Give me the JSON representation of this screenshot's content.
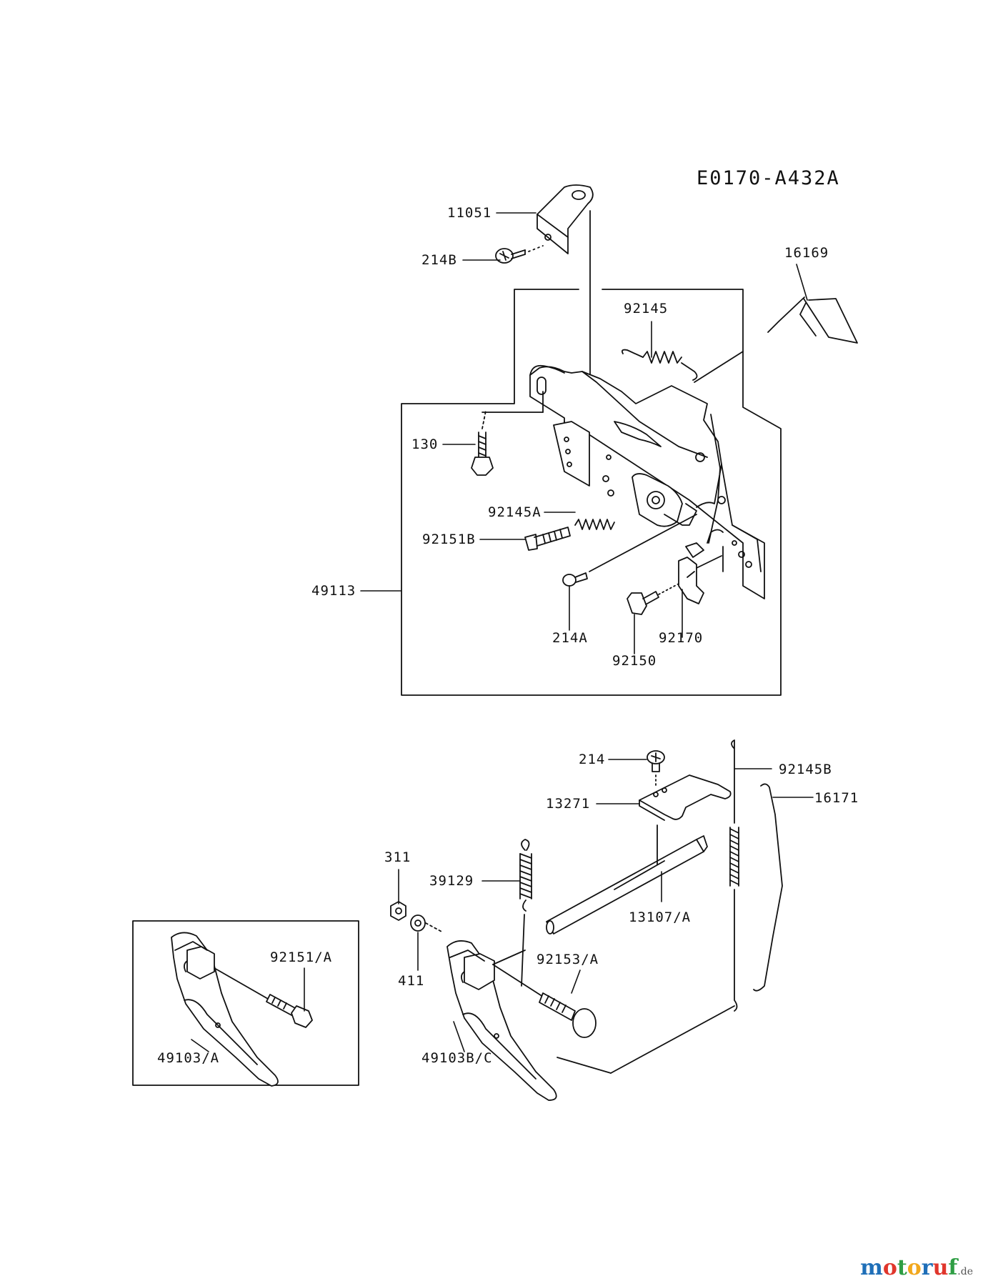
{
  "diagram": {
    "code": "E0170-A432A",
    "parts": {
      "p11051": "11051",
      "p214B": "214B",
      "p16169": "16169",
      "p92145": "92145",
      "p130": "130",
      "p92145A": "92145A",
      "p92151B": "92151B",
      "p49113": "49113",
      "p214A": "214A",
      "p92170": "92170",
      "p92150": "92150",
      "p214": "214",
      "p92145B": "92145B",
      "p16171": "16171",
      "p13271": "13271",
      "p311": "311",
      "p39129": "39129",
      "p13107A": "13107/A",
      "p92151A": "92151/A",
      "p411": "411",
      "p92153A": "92153/A",
      "p49103A": "49103/A",
      "p49103BC": "49103B/C"
    }
  },
  "watermark": {
    "letters": [
      "m",
      "o",
      "t",
      "o",
      "r",
      "u",
      "f"
    ],
    "tld": ".de",
    "colors": [
      "#1f6fb8",
      "#e0362c",
      "#2e9e44",
      "#f2a81d",
      "#1f6fb8",
      "#e0362c",
      "#2e9e44"
    ]
  }
}
